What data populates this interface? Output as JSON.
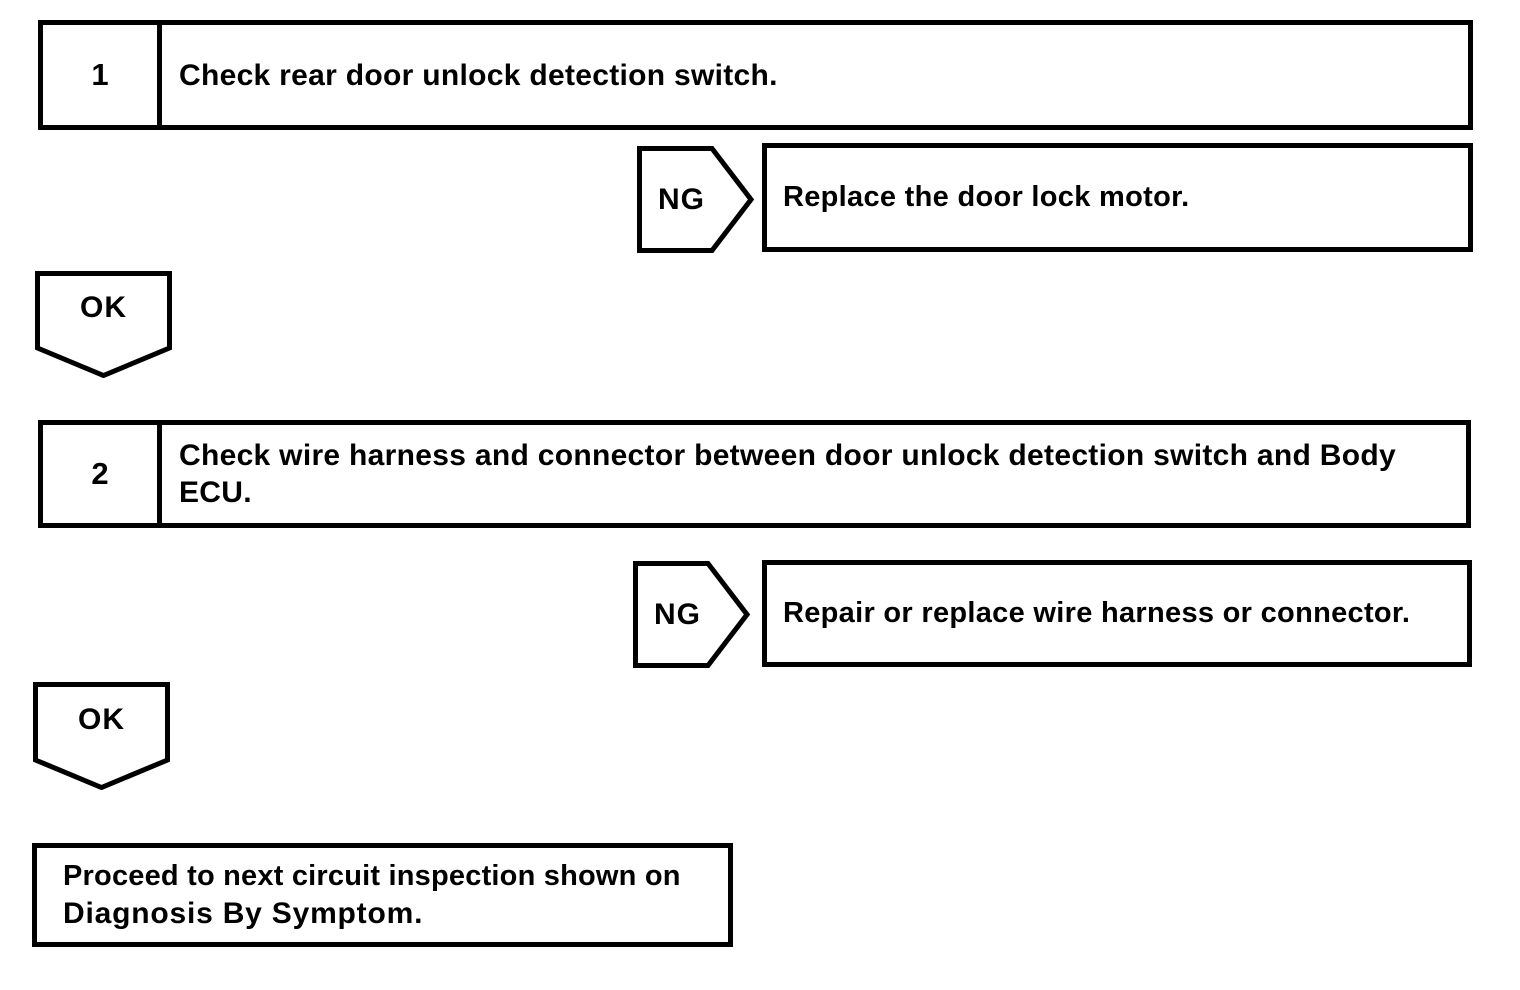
{
  "labels": {
    "ng": "NG",
    "ok": "OK"
  },
  "steps": [
    {
      "number": "1",
      "text": "Check rear door unlock detection switch."
    },
    {
      "number": "2",
      "text": "Check wire harness and connector between door unlock detection switch and Body ECU."
    }
  ],
  "ng_results": [
    "Replace the door lock motor.",
    "Repair or replace wire harness or connector."
  ],
  "final": {
    "line1": "Proceed to next circuit inspection shown on",
    "line2": "Diagnosis By Symptom."
  },
  "colors": {
    "ink": "#000000",
    "paper": "#ffffff"
  }
}
